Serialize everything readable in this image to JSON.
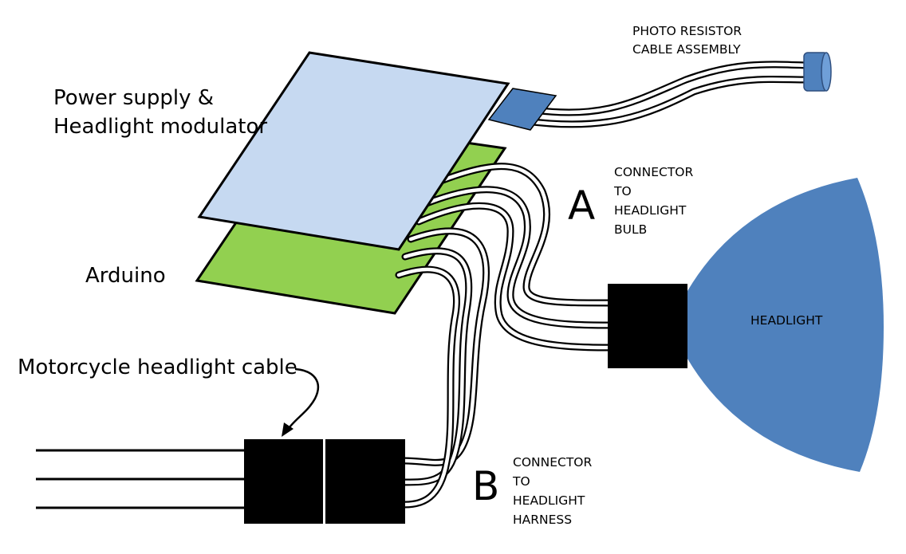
{
  "labels": {
    "power_supply_line1": "Power supply &",
    "power_supply_line2": "Headlight modulator",
    "arduino": "Arduino",
    "motorcycle_cable": "Motorcycle headlight cable",
    "photo_resistor_line1": "PHOTO  RESISTOR",
    "photo_resistor_line2": "CABLE ASSEMBLY",
    "connector_a_letter": "A",
    "connector_a_line1": "CONNECTOR",
    "connector_a_line2": "TO",
    "connector_a_line3": "HEADLIGHT",
    "connector_a_line4": "BULB",
    "connector_b_letter": "B",
    "connector_b_line1": "CONNECTOR",
    "connector_b_line2": "TO",
    "connector_b_line3": "HEADLIGHT",
    "connector_b_line4": "HARNESS",
    "headlight": "HEADLIGHT"
  },
  "colors": {
    "power_board_fill": "#c6d9f1",
    "arduino_fill": "#92d050",
    "blue_component": "#4f81bd",
    "headlight_fill": "#4f81bd",
    "connector_fill": "#000000",
    "outline": "#000000"
  }
}
